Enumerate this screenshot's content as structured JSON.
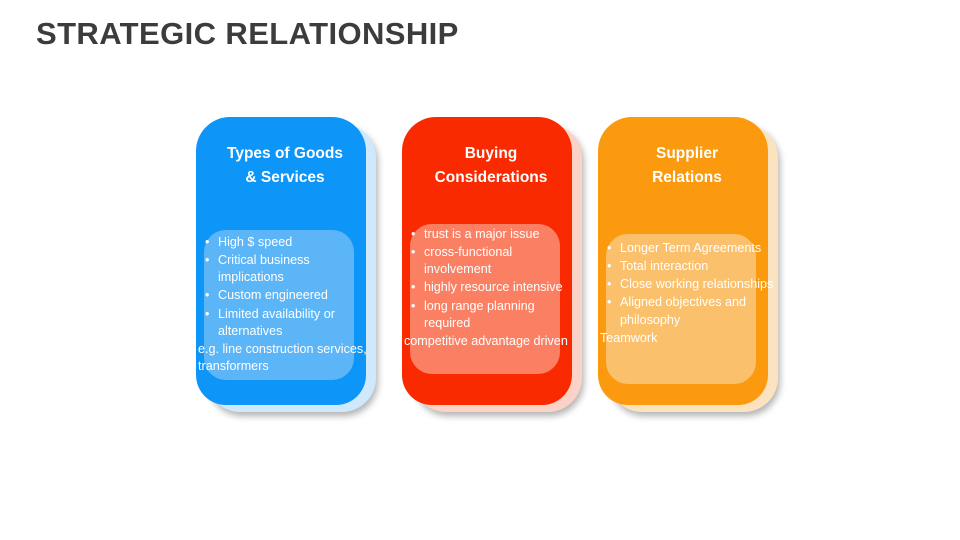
{
  "page_title": "STRATEGIC RELATIONSHIP",
  "colors": {
    "title_text": "#3c3c3c",
    "background": "#ffffff",
    "card_blue": "#0d96f7",
    "card_blue_inner": "#5cb5f7",
    "card_blue_backdrop": "#cfe8fb",
    "card_red": "#fa2a00",
    "card_red_inner": "#fb7f62",
    "card_red_backdrop": "#fbd2c6",
    "card_orange": "#fb9a0e",
    "card_orange_inner": "#fbc06b",
    "card_orange_backdrop": "#fbe3c0"
  },
  "bullet_glyph": "•",
  "cards": [
    {
      "title": "Types of Goods\n& Services",
      "title_line1": "Types of Goods",
      "title_line2": "& Services",
      "bullets": [
        "High $ speed",
        "Critical business implications",
        "Custom engineered",
        "Limited availability or alternatives"
      ],
      "tail": "e.g. line construction services, transformers"
    },
    {
      "title": "Buying\nConsiderations",
      "title_line1": "Buying",
      "title_line2": "Considerations",
      "bullets": [
        "trust is a major issue",
        "cross-functional involvement",
        "highly resource intensive",
        "long range planning required"
      ],
      "tail": "competitive advantage driven"
    },
    {
      "title": "Supplier\nRelations",
      "title_line1": "Supplier",
      "title_line2": "Relations",
      "bullets": [
        "Longer Term Agreements",
        "Total interaction",
        "Close working relationships",
        "Aligned objectives and philosophy"
      ],
      "tail": "Teamwork"
    }
  ]
}
